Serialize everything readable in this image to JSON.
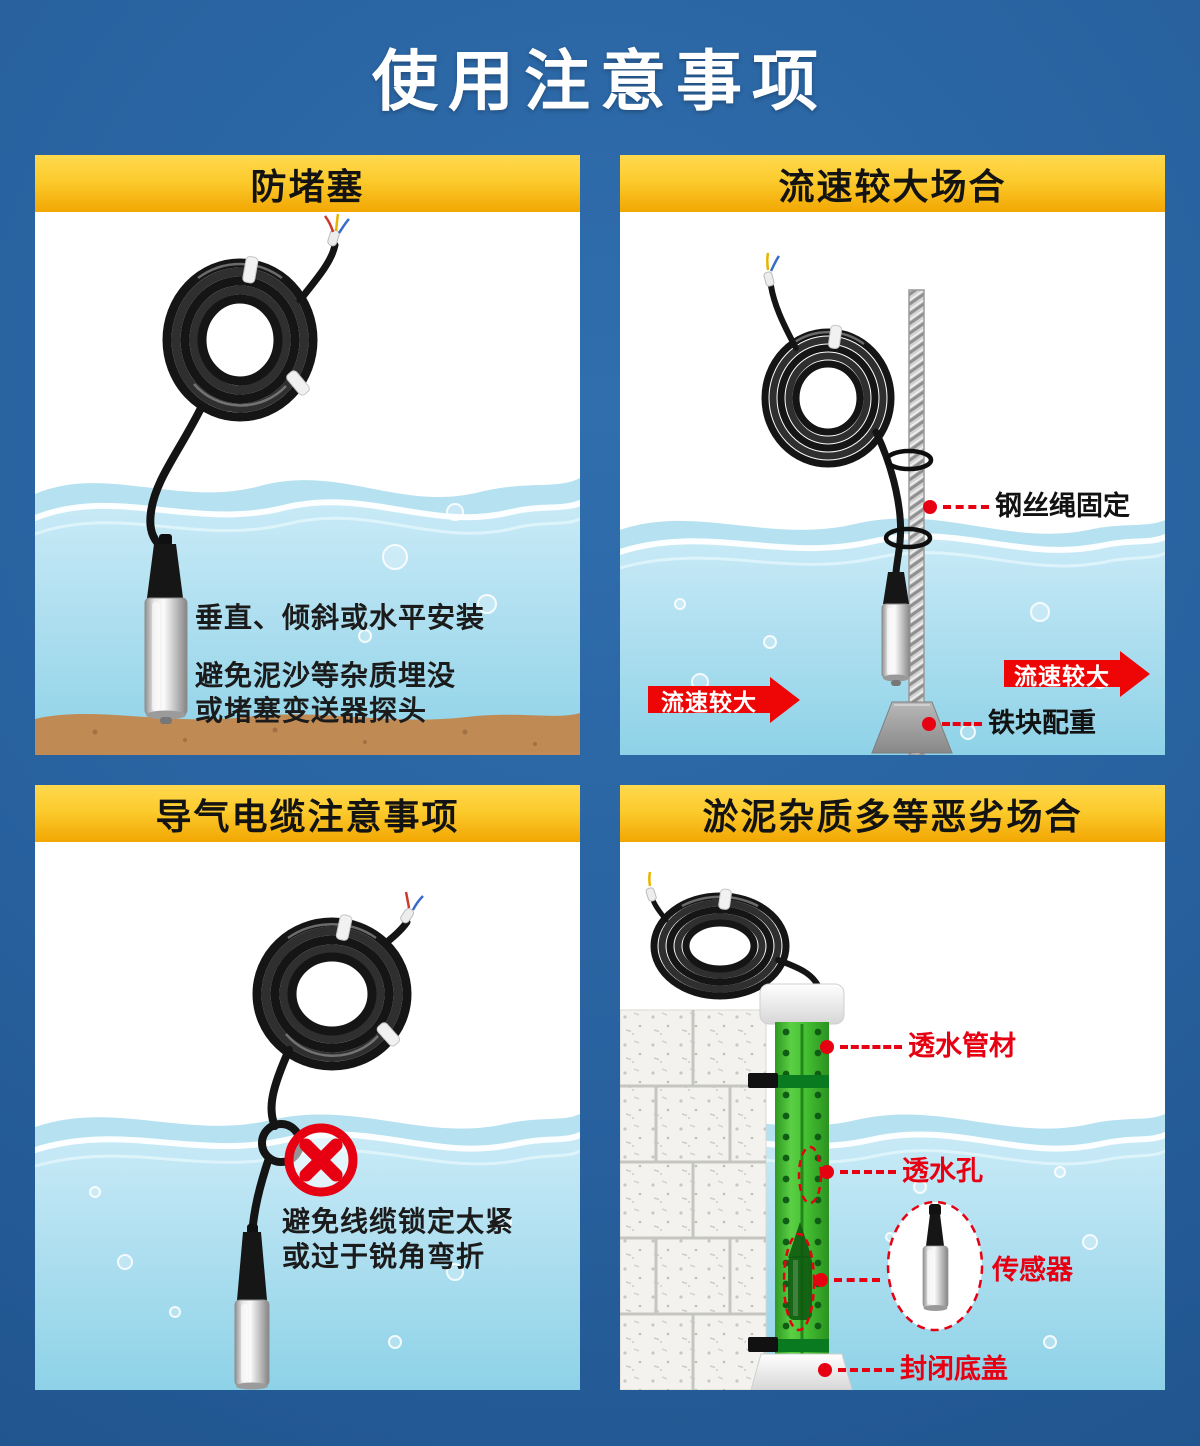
{
  "title": "使用注意事项",
  "colors": {
    "header-yellow-top": "#ffd94e",
    "header-yellow-bottom": "#f2a702",
    "accent-red": "#e60012",
    "arrow-red": "#ee0505",
    "water-light": "#c9eaf7",
    "water-deep": "#8ed2e7",
    "pipe-green": "#3cb42c",
    "sand-brown": "#c08a55",
    "bg-blue": "#27609d"
  },
  "panels": {
    "anti_clog": {
      "header": "防堵塞",
      "caption_install": "垂直、倾斜或水平安装",
      "caption_avoid_1": "避免泥沙等杂质埋没",
      "caption_avoid_2": "或堵塞变送器探头"
    },
    "high_flow": {
      "header": "流速较大场合",
      "label_wire_rope": "钢丝绳固定",
      "label_iron_weight": "铁块配重",
      "arrow_left_label": "流速较大",
      "arrow_right_label": "流速较大"
    },
    "cable": {
      "header": "导气电缆注意事项",
      "caption_line1": "避免线缆锁定太紧",
      "caption_line2": "或过于锐角弯折"
    },
    "harsh": {
      "header": "淤泥杂质多等恶劣场合",
      "label_permeable_pipe": "透水管材",
      "label_permeable_holes": "透水孔",
      "label_sensor": "传感器",
      "label_bottom_cover": "封闭底盖"
    }
  }
}
